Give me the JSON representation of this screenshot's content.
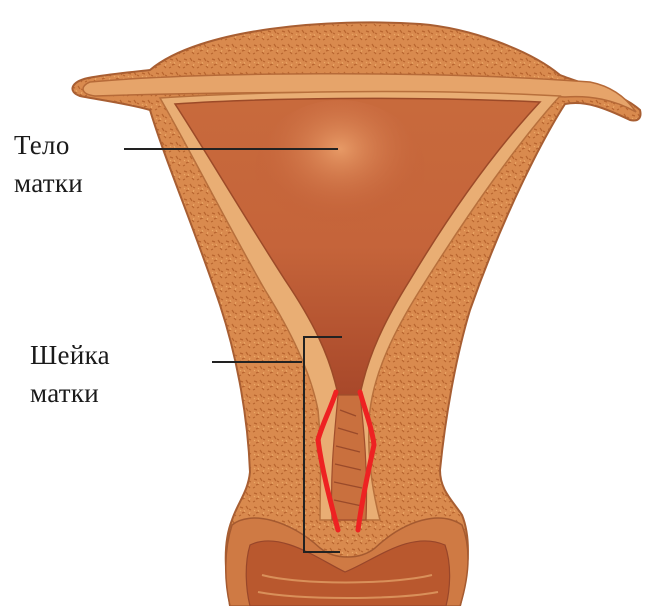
{
  "labels": {
    "body_line1": "Тело",
    "body_line2": "матки",
    "cervix_line1": "Шейка",
    "cervix_line2": "матки"
  },
  "colors": {
    "outline": "#b86a3c",
    "tissue": "#d9884c",
    "tissue_light": "#e7a466",
    "cavity": "#bb5a34",
    "cavity_dark": "#a5462a",
    "highlight": "#f1c48e",
    "cervix_marker": "#ee2222",
    "pointer": "#222222",
    "text": "#1a1a1a"
  },
  "icons": {
    "uterus_illustration": "uterus-cross-section"
  }
}
